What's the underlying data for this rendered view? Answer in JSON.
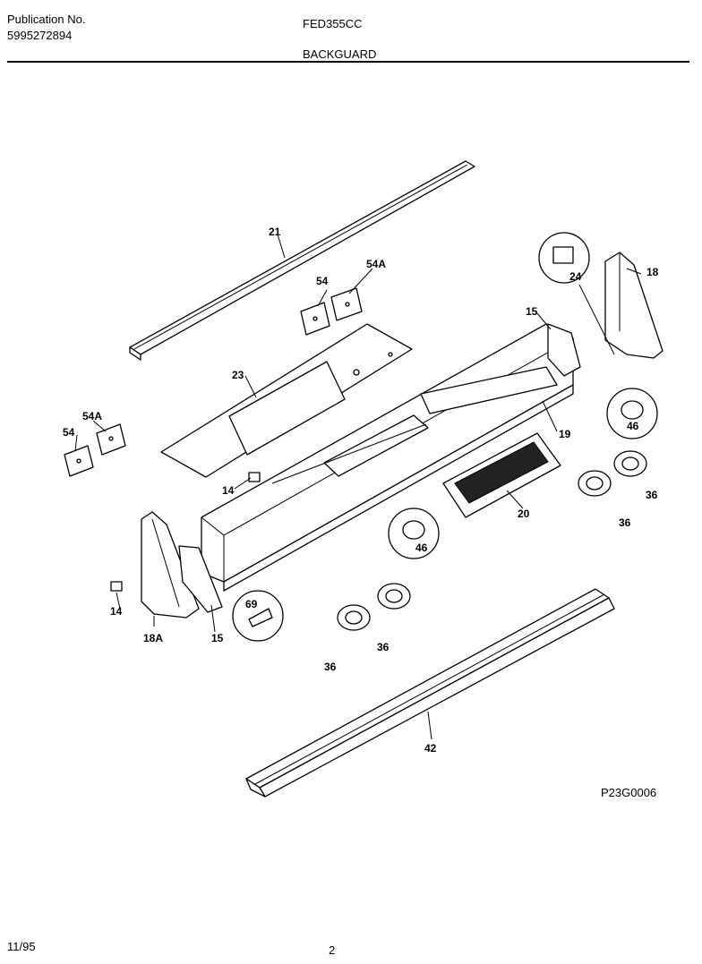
{
  "header": {
    "publication_label": "Publication No.",
    "publication_number": "5995272894",
    "model": "FED355CC",
    "section": "BACKGUARD"
  },
  "diagram": {
    "reference_code": "P23G0006",
    "callouts": {
      "c21": "21",
      "c54a_top": "54A",
      "c54_top": "54",
      "c24": "24",
      "c18": "18",
      "c15_top": "15",
      "c23": "23",
      "c54a_left": "54A",
      "c54_left": "54",
      "c46_right": "46",
      "c19": "19",
      "c14_mid": "14",
      "c20": "20",
      "c36_r1": "36",
      "c36_r2": "36",
      "c46_mid": "46",
      "c69": "69",
      "c14_left": "14",
      "c18a": "18A",
      "c15_bottom": "15",
      "c36_b1": "36",
      "c36_b2": "36",
      "c42": "42"
    }
  },
  "footer": {
    "date": "11/95",
    "page": "2"
  }
}
